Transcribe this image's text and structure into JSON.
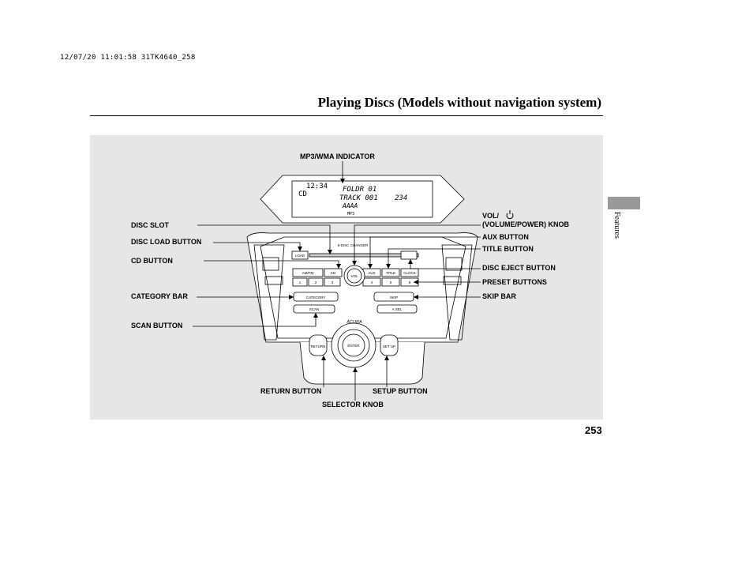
{
  "stamp": "12/07/20 11:01:58 31TK4640_258",
  "header": {
    "title": "Playing Discs (Models without navigation system)"
  },
  "side_tab": {
    "label": "Features"
  },
  "page_number": "253",
  "callouts": {
    "mp3": "MP3/WMA INDICATOR",
    "disc_slot": "DISC SLOT",
    "disc_load": "DISC LOAD BUTTON",
    "cd": "CD BUTTON",
    "category": "CATEGORY BAR",
    "scan": "SCAN BUTTON",
    "return": "RETURN BUTTON",
    "selector": "SELECTOR KNOB",
    "setup": "SETUP BUTTON",
    "vol1": "VOL/",
    "vol2": "(VOLUME/POWER) KNOB",
    "aux": "AUX BUTTON",
    "title_btn": "TITLE BUTTON",
    "eject": "DISC EJECT BUTTON",
    "preset": "PRESET BUTTONS",
    "skip": "SKIP BAR"
  },
  "display": {
    "clock": "12:34",
    "cd": "CD",
    "folder": "FOLDR 01",
    "track": "TRACK 001",
    "count": "234",
    "name": "AAAA",
    "mp3": "MP3"
  },
  "unit": {
    "load": "LOAD",
    "changer": "6-DISC CHANGER",
    "am_fm": "AM/FM",
    "cd": "CD",
    "aux": "AUX",
    "title": "TITLE",
    "clock": "CLOCK",
    "vol": "VOL",
    "presets": [
      "1",
      "2",
      "3",
      "4",
      "5",
      "6"
    ],
    "category": "CATEGORY",
    "skip": "SKIP",
    "scan": "SCAN",
    "arel": "A.SEL",
    "brand": "ACURA",
    "return": "RETURN",
    "setup": "SET UP",
    "enter": "ENTER"
  }
}
